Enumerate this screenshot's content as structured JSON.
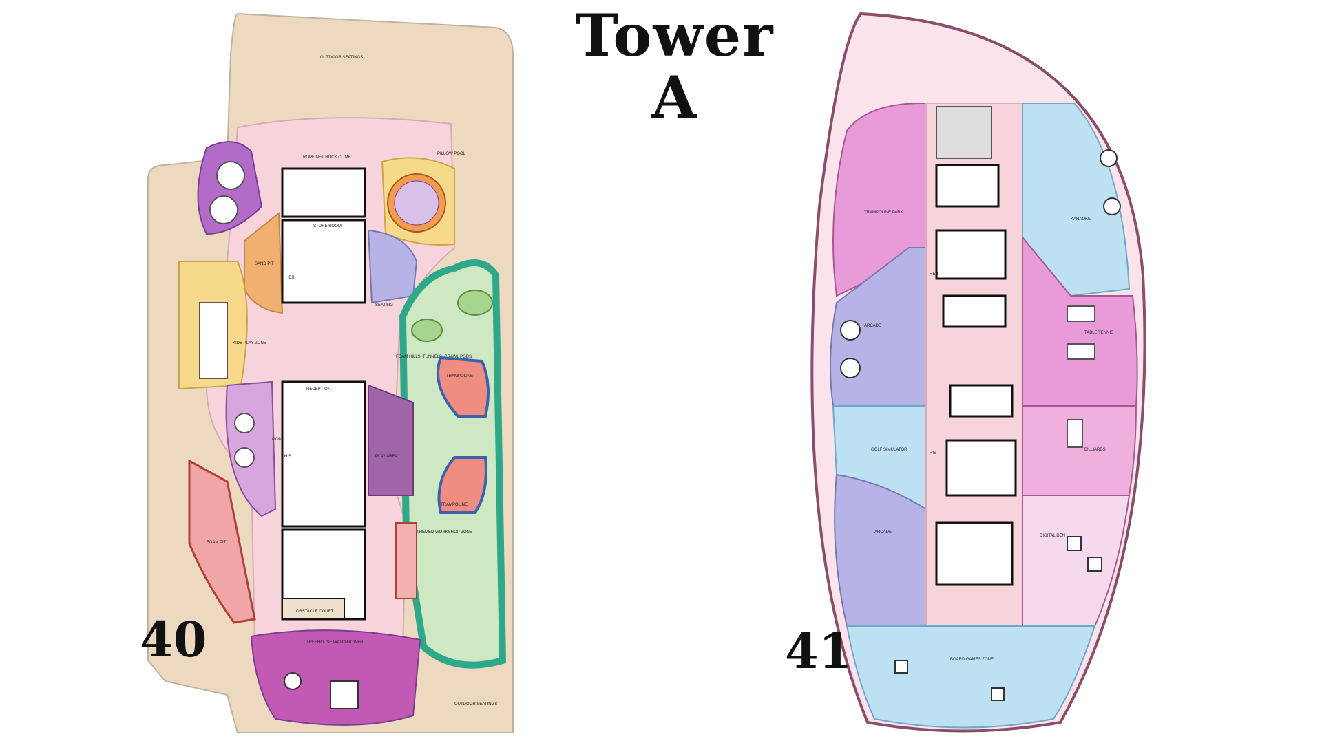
{
  "title": {
    "line1": "Tower",
    "line2": "A"
  },
  "floors": [
    {
      "number": "40",
      "labels": {
        "outdoor_seating_top": "OUTDOOR SEATINGS",
        "rope_net": "ROPE NET ROCK CLIMB",
        "pillow_pool": "PILLOW POOL",
        "store_room": "STORE ROOM",
        "sand_pit": "SAND PIT",
        "her": "HER",
        "seating": "SEATING",
        "kids_play": "KIDS PLAY ZONE",
        "foam_hills": "FOAM HILLS, TUNNELS, CRAWL PODS",
        "reception": "RECEPTION",
        "trampoline_1": "TRAMPOLINE",
        "trampoline_2": "TRAMPOLINE",
        "his": "HIS",
        "mommy_cafe": "MOMMY CAFE",
        "play_area": "PLAY AREA",
        "foam_pit": "FOAM PIT",
        "themed_workshop": "THEMED WORKSHOP ZONE",
        "obstacle_court": "OBSTACLE COURT",
        "treehouse": "TREEHOUSE WATCHTOWER",
        "outdoor_seating_bottom": "OUTDOOR SEATINGS"
      }
    },
    {
      "number": "41",
      "labels": {
        "trampoline_park": "TRAMPOLINE PARK",
        "karaoke": "KARAOKE",
        "her": "HER",
        "arcade_1": "ARCADE",
        "table_tennis": "TABLE TENNIS",
        "golf_simulator": "GOLF SIMULATOR",
        "his": "HIS",
        "billiards": "BILLIARDS",
        "arcade_2": "ARCADE",
        "digital_den": "DIGITAL DEN",
        "board_games": "BOARD GAMES ZONE"
      }
    }
  ],
  "colors": {
    "beige": "#ecd9c0",
    "corridor": "#f7d4dc",
    "purple": "#b26bc7",
    "orange": "#f0b070",
    "yellow": "#f6d98a",
    "lavender": "#b6b3e6",
    "green": "#cfe8c4",
    "teal": "#2fa88a",
    "salmon": "#ef8d80",
    "magenta": "#e89ad9",
    "sky": "#bde0f2",
    "pinklight": "#f5d9ec",
    "deepmagenta": "#c25ab3"
  }
}
